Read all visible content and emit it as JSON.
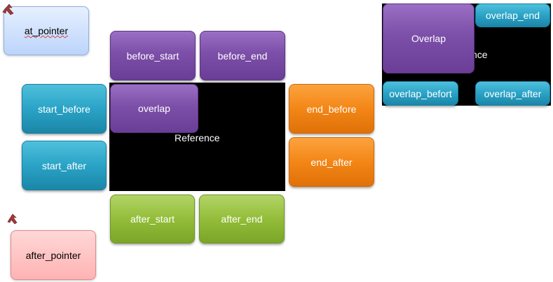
{
  "colors": {
    "purple": "#7c4fa8",
    "teal": "#2aa3c6",
    "orange": "#f38616",
    "green": "#93bd39",
    "light_blue": "#bcd4fb",
    "light_pink": "#ffb3b3",
    "reference_bg": "#000000"
  },
  "icons": {
    "pointer": "pointer-arrow-icon"
  },
  "main_diagram": {
    "reference_label": "Reference",
    "before_start": "before_start",
    "before_end": "before_end",
    "overlap": "overlap",
    "start_before": "start_before",
    "start_after": "start_after",
    "end_before": "end_before",
    "end_after": "end_after",
    "after_start": "after_start",
    "after_end": "after_end",
    "at_pointer": "at_pointer",
    "after_pointer": "after_pointer"
  },
  "inset_diagram": {
    "reference_label_partial": "nce",
    "overlap": "Overlap",
    "overlap_end": "overlap_end",
    "overlap_befort": "overlap_befort",
    "overlap_after": "overlap_after"
  }
}
